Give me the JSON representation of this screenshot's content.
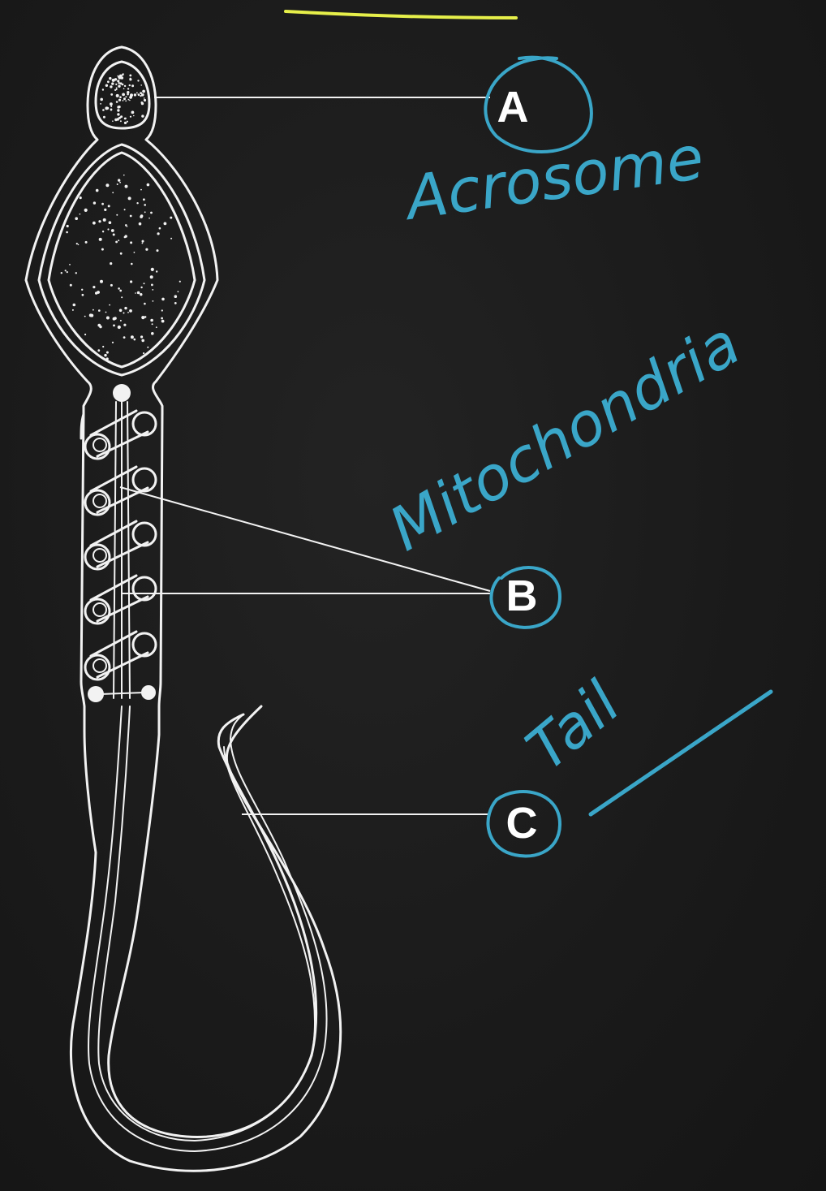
{
  "labels": {
    "a": "A",
    "b": "B",
    "c": "C"
  },
  "annotations": {
    "acrosome": "Acrosome",
    "mitochondria": "Mitochondria",
    "tail": "Tail"
  },
  "colors": {
    "background": "#1b1b1b",
    "drawing": "#f2f2f2",
    "annotation_blue": "#3aa6c8",
    "highlight_yellow": "#e6ef4a"
  }
}
